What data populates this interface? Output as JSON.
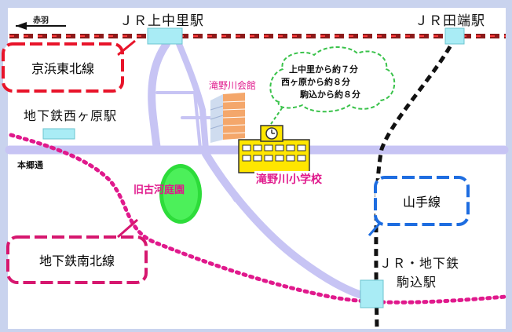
{
  "direction": {
    "label": "赤羽",
    "icon": "arrow-left-icon"
  },
  "stations": {
    "kaminakazato": "ＪＲ上中里駅",
    "tabata": "ＪＲ田端駅",
    "nishigahara": "地下鉄西ヶ原駅",
    "komagome_line1": "ＪＲ・地下鉄",
    "komagome_line2": "駒込駅"
  },
  "lines": {
    "keihin_tohoku": "京浜東北線",
    "namboku": "地下鉄南北線",
    "yamanote": "山手線"
  },
  "road": "本郷通",
  "landmarks": {
    "hall": "滝野川会館",
    "garden": "旧古河庭園",
    "school": "滝野川小学校"
  },
  "access_times": [
    "上中里から約７分",
    "西ヶ原から約８分",
    "駒込から約８分"
  ],
  "colors": {
    "background": "#c9d3ee",
    "jr_track": "#8b1a1a",
    "jr_track_dashes": "#ff3b3b",
    "yamanote_track": "#111111",
    "subway_line": "#e0198c",
    "keihin_tohoku_box": "#e8142a",
    "namboku_box": "#d6176f",
    "yamanote_box": "#1e6de0",
    "bubble_border": "#39c24a",
    "road": "#c7c4f4",
    "station_marker": "#a9ecf5",
    "school_building": "#ffe600"
  }
}
